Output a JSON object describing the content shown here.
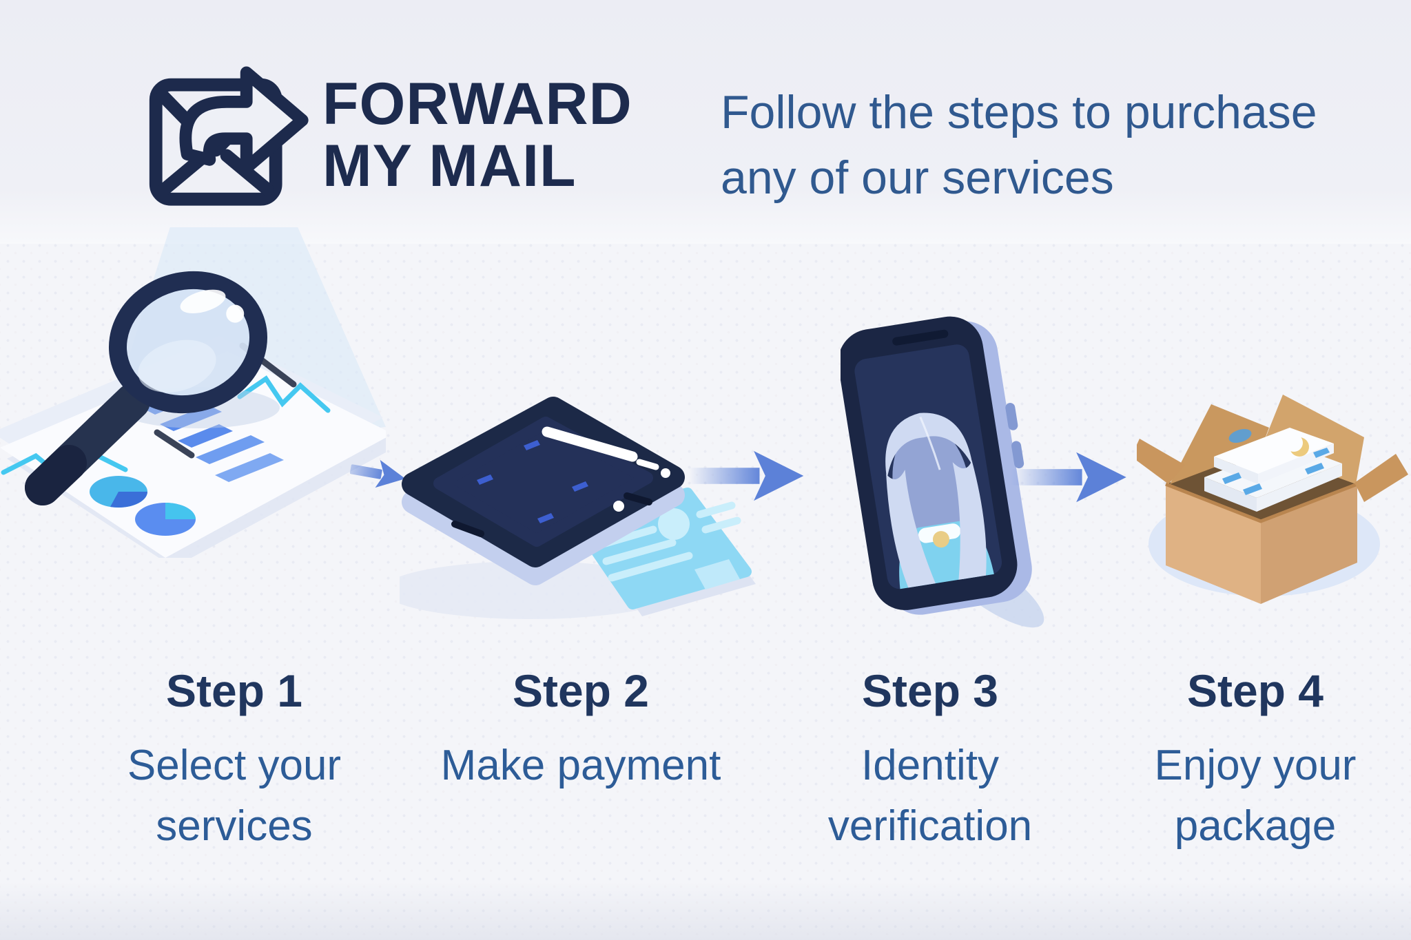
{
  "header": {
    "logo": {
      "icon": "envelope-forward-arrow",
      "line1": "FORWARD",
      "line2": "MY MAIL"
    },
    "tagline": {
      "line1": "Follow the steps to purchase",
      "line2": "any of our services"
    }
  },
  "steps": [
    {
      "title": "Step 1",
      "lines": [
        "Select your",
        "services"
      ],
      "illustration": "magnifying-glass-over-report-documents"
    },
    {
      "title": "Step 2",
      "lines": [
        "Make payment"
      ],
      "illustration": "tablet-with-credit-card"
    },
    {
      "title": "Step 3",
      "lines": [
        "Identity",
        "verification"
      ],
      "illustration": "smartphone-with-person-portrait"
    },
    {
      "title": "Step 4",
      "lines": [
        "Enjoy your",
        "package"
      ],
      "illustration": "open-cardboard-box-with-mail"
    }
  ],
  "icons": {
    "step_connector": "arrow-right"
  },
  "colors": {
    "logo_navy": "#1d2b4e",
    "step_title_navy": "#20365e",
    "body_text_blue": "#2d5c97",
    "arrow_blue": "#5c81d8",
    "background": "#f4f5f9",
    "header_band": "#edeef4",
    "illustration_navy": "#1d2947",
    "illustration_cyan": "#82d4f0",
    "box_tan": "#d8ab7c",
    "paper_white": "#fafbfe"
  }
}
